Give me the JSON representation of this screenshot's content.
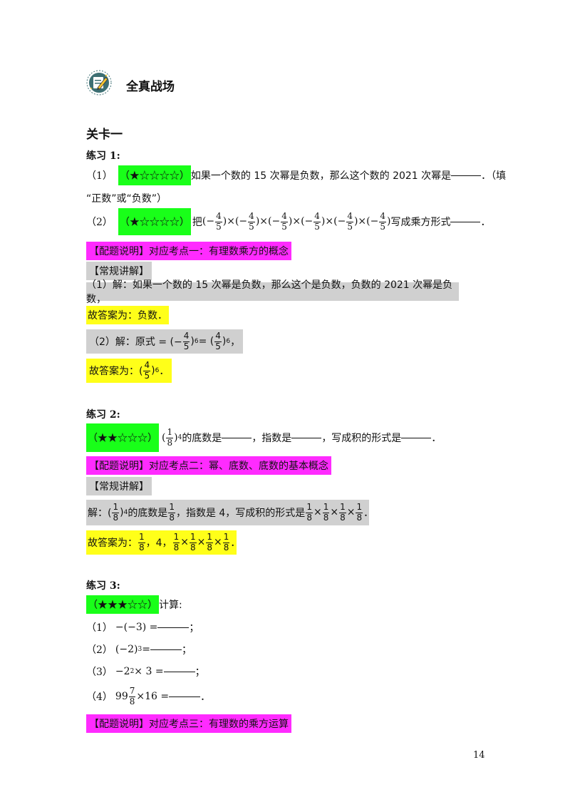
{
  "header": {
    "title": "全真战场"
  },
  "level": {
    "title": "关卡一"
  },
  "ex1": {
    "label": "练习 1:",
    "q1": {
      "num": "（1）",
      "stars": "（★☆☆☆☆）",
      "text_a": "如果一个数的 15 次幂是负数，那么这个数的 2021 次幂是",
      "text_b": "．（填",
      "text_c": "“正数”或“负数”）"
    },
    "q2": {
      "num": "（2）",
      "stars": "（★☆☆☆☆）",
      "text_a": "把",
      "factor_sign": "(−",
      "factor_num": "4",
      "factor_den": "5",
      "factor_close": ")",
      "times": "×",
      "text_b": "写成乘方形式",
      "text_c": "．"
    },
    "config": "【配题说明】对应考点一：有理数乘方的概念",
    "explain_label": "【常规讲解】",
    "sol1": "（1）解：如果一个数的 15 次幂是负数，那么这个是负数，负数的 2021 次幂是负数，",
    "ans1": "故答案为：负数．",
    "sol2_a": "（2）解：原式 = (−",
    "sol2_num": "4",
    "sol2_den": "5",
    "sol2_b": ")",
    "sol2_exp": "6",
    "sol2_c": " = (",
    "sol2_d": ")",
    "sol2_e": "，",
    "ans2_a": "故答案为：(",
    "ans2_b": ")",
    "ans2_c": "．"
  },
  "ex2": {
    "label": "练习 2:",
    "stars": "（★★☆☆☆）",
    "q_open": "(",
    "q_num": "1",
    "q_den": "8",
    "q_close": ")",
    "q_exp": "4",
    "q_a": " 的底数是",
    "q_b": "，指数是",
    "q_c": "，写成积的形式是",
    "q_d": "．",
    "config": "【配题说明】对应考点二：幂、底数、底数的基本概念",
    "explain_label": "【常规讲解】",
    "sol_a": "解：(",
    "sol_b": ")",
    "sol_exp": "4",
    "sol_c": " 的底数是",
    "sol_d": "，指数是 4，写成积的形式是",
    "sol_e": "．",
    "ans_a": "故答案为：",
    "ans_b": "，4，",
    "ans_c": "．",
    "times": "×",
    "one": "1",
    "eight": "8"
  },
  "ex3": {
    "label": "练习 3:",
    "stars": "（★★★☆☆）",
    "intro": "计算:",
    "items": [
      {
        "num": "（1）",
        "expr": "−(−3) =",
        "end": "；"
      },
      {
        "num": "（2）",
        "expr": "(−2)",
        "exp": "3",
        "expr2": " =",
        "end": "；"
      },
      {
        "num": "（3）",
        "expr": "−2",
        "exp": "2",
        "expr2": " × 3 =",
        "end": "；"
      },
      {
        "num": "（4）",
        "whole": "99",
        "fnum": "7",
        "fden": "8",
        "expr2": "×16 =",
        "end": "．"
      }
    ],
    "config": "【配题说明】对应考点三：有理数的乘方运算"
  },
  "footer": {
    "page": "14"
  },
  "colors": {
    "green": "#19ff19",
    "magenta": "#ff2bff",
    "grey": "#d0d0d0",
    "yellow": "#ffff19"
  },
  "icons": {
    "logo": "pencil-notepad-icon"
  }
}
